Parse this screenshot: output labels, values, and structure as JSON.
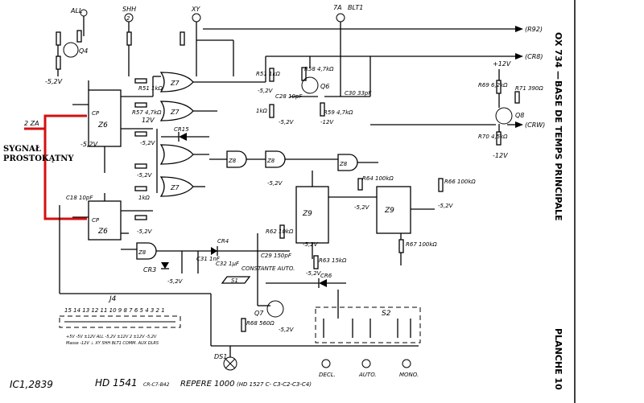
{
  "side_labels": {
    "model": "OX 734 —",
    "title": "BASE DE TEMPS PRINCIPALE",
    "plate": "PLANCHE 10"
  },
  "annotation": {
    "line1": "SYGNAŁ",
    "line2": "PROSTOKĄTNY",
    "color": "#d31010"
  },
  "bottom_notes": {
    "ref1": "IC1,2839",
    "ref2": "HD 1541",
    "ref2_sub": "CR-C7-B42",
    "ref3": "REPERE 1000",
    "ref3_sub": "(HD 1527 C- C3-C2-C3-C4)"
  },
  "switch_positions": [
    "DECL.",
    "AUTO.",
    "MONO."
  ],
  "terminals": {
    "right": [
      "(R92)",
      "(CR8)",
      "(CRW)"
    ],
    "top": [
      "ALL",
      "2",
      "SHH",
      "XY",
      "7A",
      "BLT1"
    ],
    "input": "2 ZA"
  },
  "components": {
    "ics": [
      "Z6",
      "Z6",
      "Z7",
      "Z7",
      "Z7",
      "Z8",
      "Z8",
      "Z8",
      "Z9",
      "Z9"
    ],
    "transistors": [
      "Q4",
      "Q6",
      "Q7",
      "Q8"
    ],
    "resistors": [
      "R51 1kΩ",
      "R57 4,7kΩ",
      "R58 4,7kΩ",
      "R59 4,7kΩ",
      "R69 6,2kΩ",
      "R71 390Ω",
      "R70 4,5kΩ",
      "R64 100kΩ",
      "R66 100kΩ",
      "R67 100kΩ",
      "R62 10kΩ",
      "R63 15kΩ",
      "R68 560Ω"
    ],
    "diodes": [
      "CR15",
      "CR3",
      "CR4",
      "CR6"
    ],
    "switch": "S2",
    "lamp": "DS1",
    "connector": "J4",
    "capacitors": [
      "C28 10pF",
      "C30 33pF",
      "C18 10pF",
      "C31 1nF",
      "C32 1µF",
      "C29 150pF"
    ],
    "notes": [
      "CONSTANTE AUTO.",
      "S1"
    ]
  },
  "supply_labels": [
    "-5,2V",
    "+12V",
    "-12V",
    "12V"
  ],
  "connector_pins": "15 14 13 12 11 10 9 8 7 6 5 4 3 2 1"
}
